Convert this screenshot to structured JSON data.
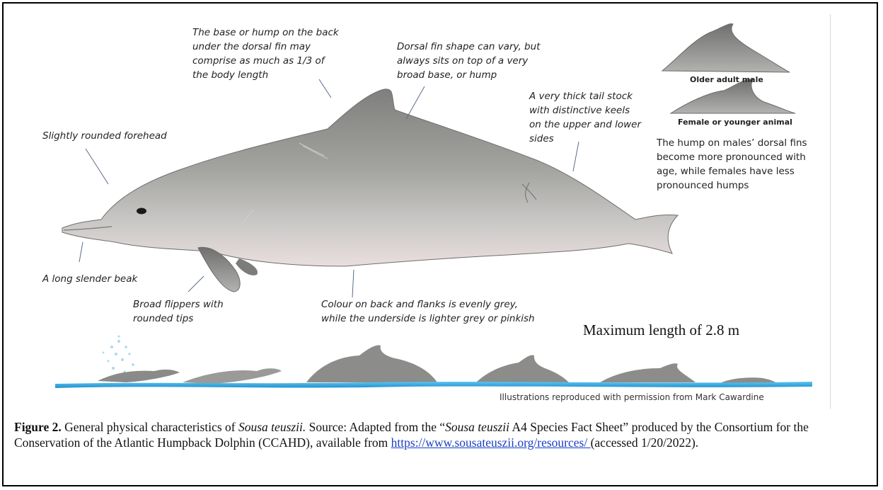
{
  "annotations": {
    "forehead": "Slightly rounded forehead",
    "hump": "The base or hump on the back\nunder the dorsal fin may\ncomprise as much as 1/3 of\nthe body length",
    "dorsal": "Dorsal fin shape can vary, but\nalways sits on top of a very\nbroad base, or hump",
    "tail": "A very thick tail stock\nwith distinctive keels\non the upper and lower\nsides",
    "beak": "A long slender beak",
    "flippers": "Broad flippers with\nrounded tips",
    "colour": "Colour on back and flanks is evenly  grey,\nwhile the underside is lighter grey or pinkish"
  },
  "fins": {
    "male_label": "Older adult male",
    "female_label": "Female or younger animal",
    "note": "The hump on males’ dorsal fins\nbecome more pronounced with\nage, while females have less\npronounced humps"
  },
  "max_length": "Maximum  length of 2.8 m",
  "credit": "Illustrations reproduced with permission from Mark Cawardine",
  "caption": {
    "label": "Figure 2.",
    "text1": " General physical characteristics  of ",
    "species": "Sousa teuszii.",
    "text2": " Source: Adapted from the “",
    "species2": "Sousa teuszii",
    "text3": " A4 Species Fact Sheet” produced by the Consortium for the Conservation of the Atlantic  Humpback Dolphin (CCAHD), available from ",
    "link": "https://www.sousateuszii.org/resources/ ",
    "text4": "(accessed 1/20/2022)."
  },
  "colors": {
    "body_grey": "#9a9a98",
    "belly": "#e8dcdc",
    "water": "#29a9e0",
    "link": "#1a3fc4"
  }
}
